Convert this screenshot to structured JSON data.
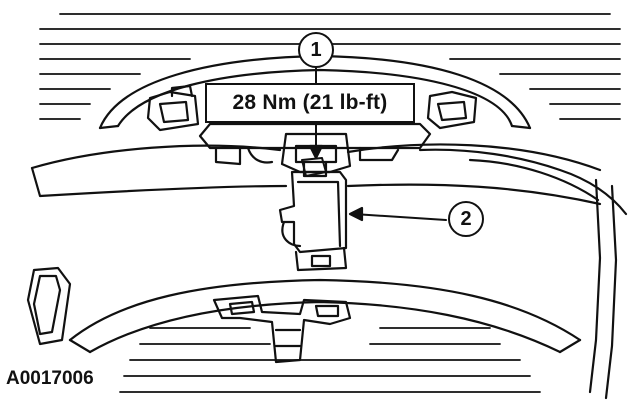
{
  "figure_id": "A0017006",
  "torque_spec": "28 Nm (21 lb-ft)",
  "callouts": [
    {
      "label": "1"
    },
    {
      "label": "2"
    }
  ],
  "colors": {
    "ink": "#111111",
    "paper": "#ffffff"
  }
}
